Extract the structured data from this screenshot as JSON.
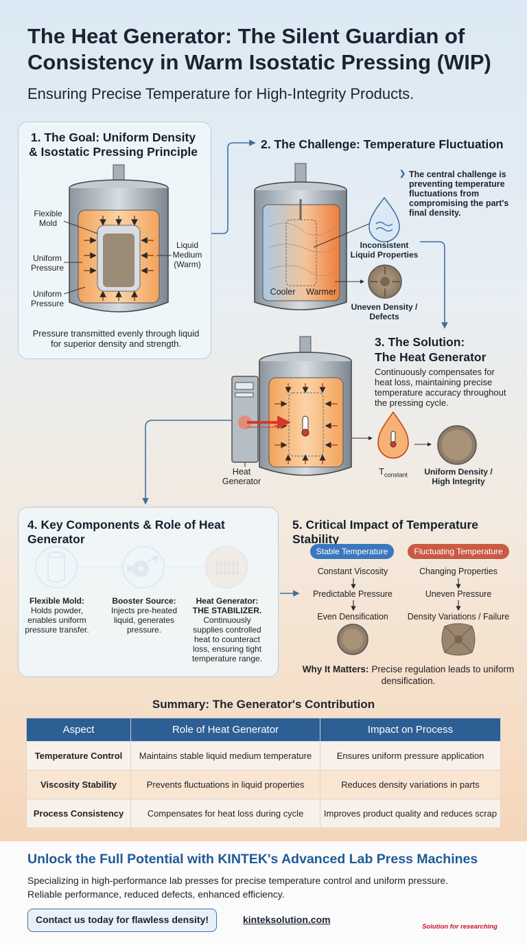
{
  "header": {
    "title": "The Heat Generator: The Silent Guardian of Consistency in Warm Isostatic Pressing (WIP)",
    "subtitle": "Ensuring Precise Temperature for High-Integrity Products."
  },
  "goal": {
    "title": "1. The Goal: Uniform Density & Isostatic Pressing Principle",
    "flexible_mold": "Flexible Mold",
    "uniform_pressure_1": "Uniform Pressure",
    "uniform_pressure_2": "Uniform Pressure",
    "liquid_medium": "Liquid Medium (Warm)",
    "caption": "Pressure transmitted evenly through liquid for superior density and strength."
  },
  "challenge": {
    "title": "2. The Challenge: Temperature Fluctuation",
    "bullet": "The central challenge is preventing temperature fluctuations from compromising the part's final density.",
    "cooler": "Cooler",
    "warmer": "Warmer",
    "inconsistent": "Inconsistent Liquid Properties",
    "uneven": "Uneven Density / Defects"
  },
  "solution": {
    "title_line1": "3. The Solution:",
    "title_line2": "The Heat Generator",
    "description": "Continuously compensates for heat loss, maintaining precise temperature accuracy throughout the pressing cycle.",
    "heat_generator": "Heat Generator",
    "t_constant_main": "T",
    "t_constant_sub": "constant",
    "uniform": "Uniform Density / High Integrity"
  },
  "components": {
    "title": "4. Key Components & Role of Heat Generator",
    "items": [
      {
        "name": "Flexible Mold:",
        "desc": "Holds powder, enables uniform pressure transfer."
      },
      {
        "name": "Booster Source:",
        "desc": "Injects pre-heated liquid, generates pressure."
      },
      {
        "name": "Heat Generator:",
        "desc_bold": "THE STABILIZER.",
        "desc": "Continuously supplies controlled heat to counteract loss, ensuring tight temperature range."
      }
    ]
  },
  "impact": {
    "title": "5. Critical Impact of Temperature Stability",
    "stable_label": "Stable Temperature",
    "fluct_label": "Fluctuating Temperature",
    "stable_steps": [
      "Constant Viscosity",
      "Predictable Pressure",
      "Even Densification"
    ],
    "fluct_steps": [
      "Changing Properties",
      "Uneven Pressure",
      "Density Variations / Failure"
    ],
    "why_bold": "Why It Matters:",
    "why_text": "Precise regulation leads to uniform densification."
  },
  "summary": {
    "title": "Summary: The Generator's Contribution",
    "headers": [
      "Aspect",
      "Role of Heat Generator",
      "Impact on Process"
    ],
    "rows": [
      [
        "Temperature Control",
        "Maintains stable liquid medium temperature",
        "Ensures uniform pressure application"
      ],
      [
        "Viscosity Stability",
        "Prevents fluctuations in liquid properties",
        "Reduces density variations in parts"
      ],
      [
        "Process Consistency",
        "Compensates for heat loss during cycle",
        "Improves product quality and reduces scrap"
      ]
    ]
  },
  "footer": {
    "headline": "Unlock the Full Potential with KINTEK's Advanced Lab Press Machines",
    "line1": "Specializing in high-performance lab presses for precise temperature control and uniform pressure.",
    "line2": "Reliable performance, reduced defects, enhanced efficiency.",
    "cta": "Contact us today for flawless density!",
    "link": "kinteksolution.com",
    "logo": "KINTEK",
    "tagline": "Solution for researching"
  },
  "colors": {
    "accent_blue": "#2e5f94",
    "warm_orange": "#f29a4a",
    "stable_badge": "#3a78bd",
    "fluct_badge": "#c95a45"
  }
}
